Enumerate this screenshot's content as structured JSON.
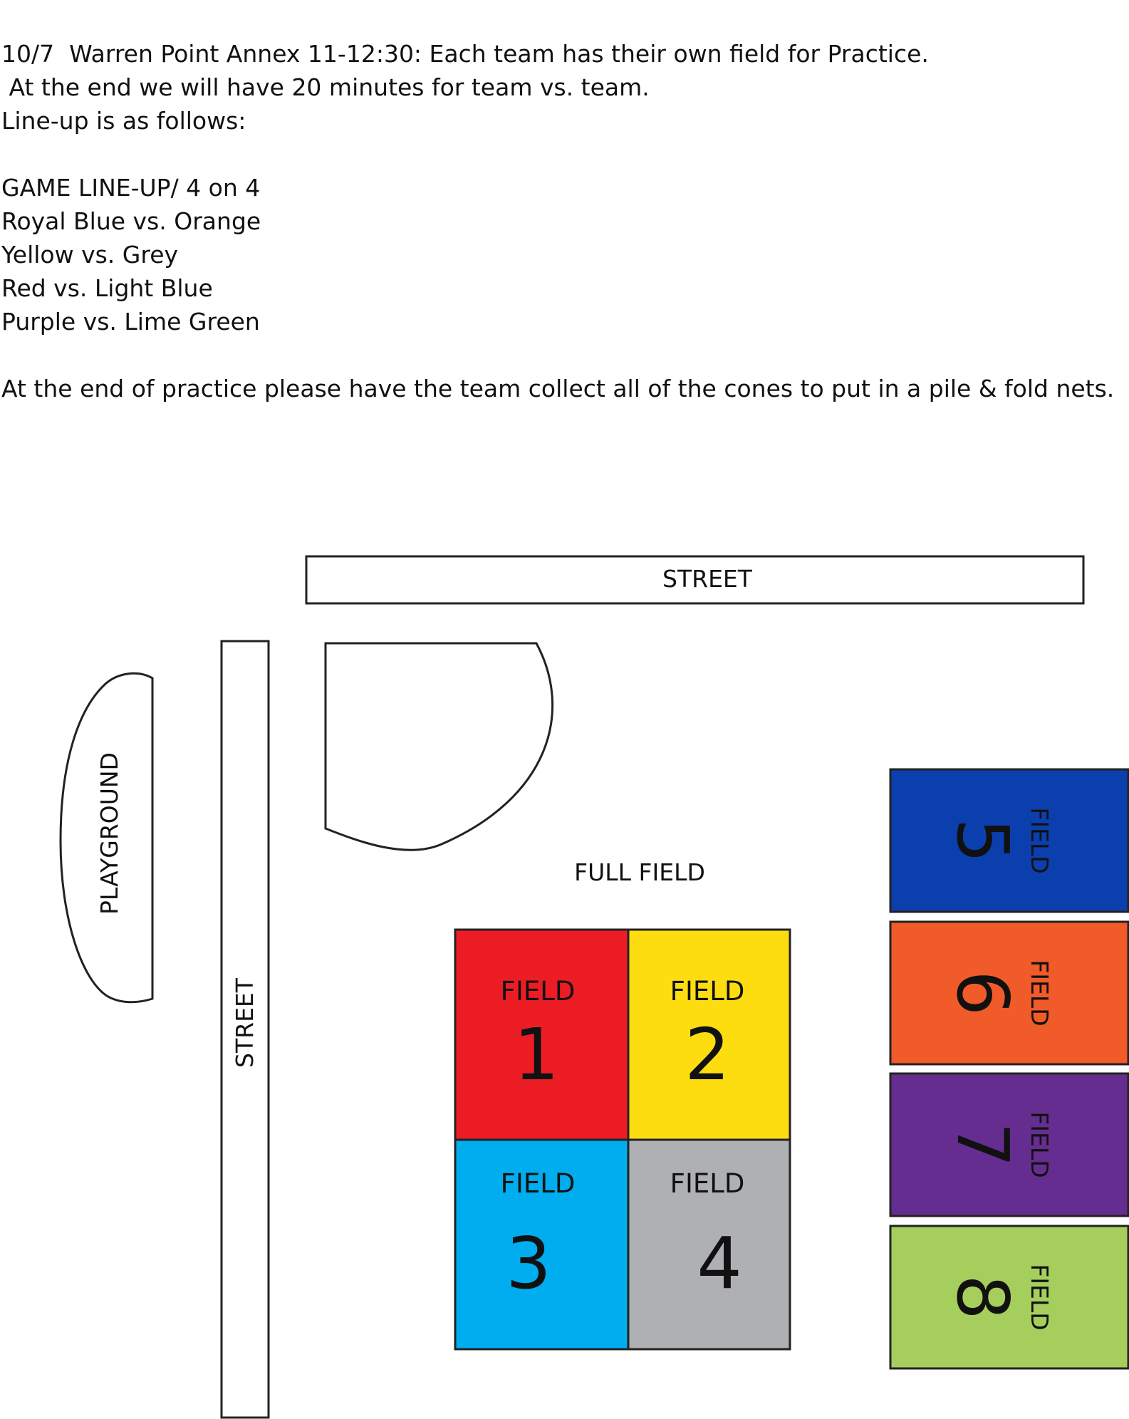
{
  "notes": {
    "heading": "10/7  Warren Point Annex 11-12:30: Each team has their own field for Practice.",
    "line2": " At the end we will have 20 minutes for team vs. team.",
    "line3": "Line-up is as follows:",
    "lineup_title": "GAME LINE-UP/ 4 on 4",
    "matchups": [
      "Royal Blue vs. Orange",
      "Yellow vs. Grey",
      "Red vs. Light Blue",
      "Purple vs. Lime Green"
    ],
    "closing": "At the end of practice please have the team collect all of the cones to put in a pile & fold nets."
  },
  "map": {
    "street_top": "STREET",
    "street_side": "STREET",
    "playground": "PLAYGROUND",
    "full_field": "FULL FIELD",
    "field_word": "FIELD",
    "fields": [
      {
        "number": "1",
        "color": "#ec1c24"
      },
      {
        "number": "2",
        "color": "#fedd10"
      },
      {
        "number": "3",
        "color": "#00aeef"
      },
      {
        "number": "4",
        "color": "#afb0b3"
      },
      {
        "number": "5",
        "color": "#0b3fae"
      },
      {
        "number": "6",
        "color": "#f15a29"
      },
      {
        "number": "7",
        "color": "#662d91"
      },
      {
        "number": "8",
        "color": "#a6ce5d"
      }
    ]
  }
}
